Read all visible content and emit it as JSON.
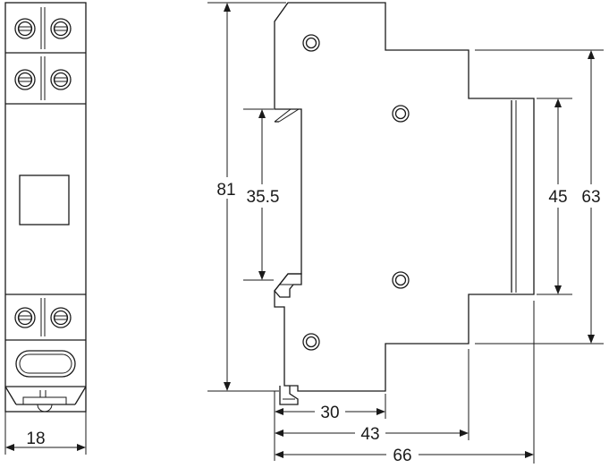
{
  "diagram": {
    "dimensions": {
      "front_width": "18",
      "total_height": "81",
      "din_rail_height": "35.5",
      "inner_height": "45",
      "step_height": "63",
      "depth_1": "30",
      "depth_2": "43",
      "depth_3": "66"
    }
  }
}
